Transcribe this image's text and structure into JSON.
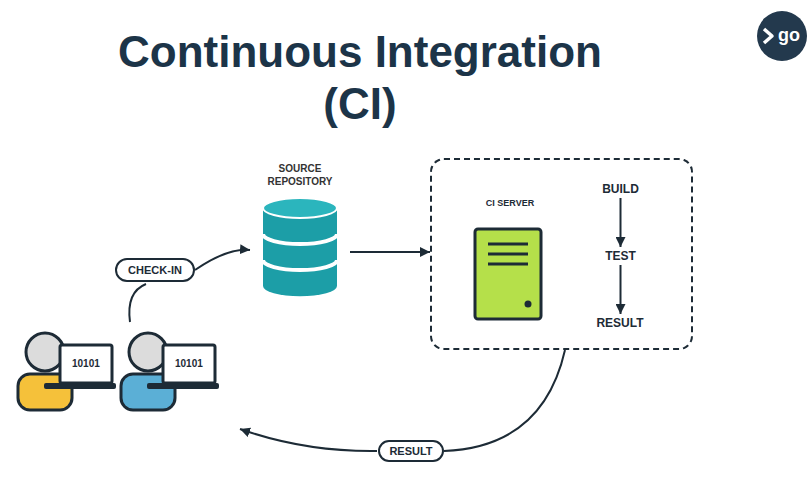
{
  "diagram": {
    "title": "Continuous Integration (CI)",
    "nodes": [
      {
        "text": [
          "CHECK-IN"
        ]
      },
      {
        "text": [
          "SOURCE REPOSITORY"
        ]
      },
      {
        "text": [
          "CI SERVER"
        ]
      },
      {
        "text": [
          "BUILD"
        ],
        "in": 2
      },
      {
        "text": [
          "TEST"
        ],
        "in": 2
      },
      {
        "text": [
          "RESULT"
        ],
        "in": 2
      },
      {
        "text": [
          "RESULT"
        ]
      }
    ],
    "edges": [
      {
        "from": 0,
        "to": 1,
        "arrow": "to"
      },
      {
        "from": 1,
        "to": 2,
        "arrow": "to"
      },
      {
        "from": 3,
        "to": 4,
        "arrow": "to"
      },
      {
        "from": 4,
        "to": 5,
        "arrow": "to"
      },
      {
        "from": 2,
        "to": 6,
        "arrow": "none"
      }
    ],
    "labels": [
      "10101",
      "10101",
      "go"
    ]
  }
}
